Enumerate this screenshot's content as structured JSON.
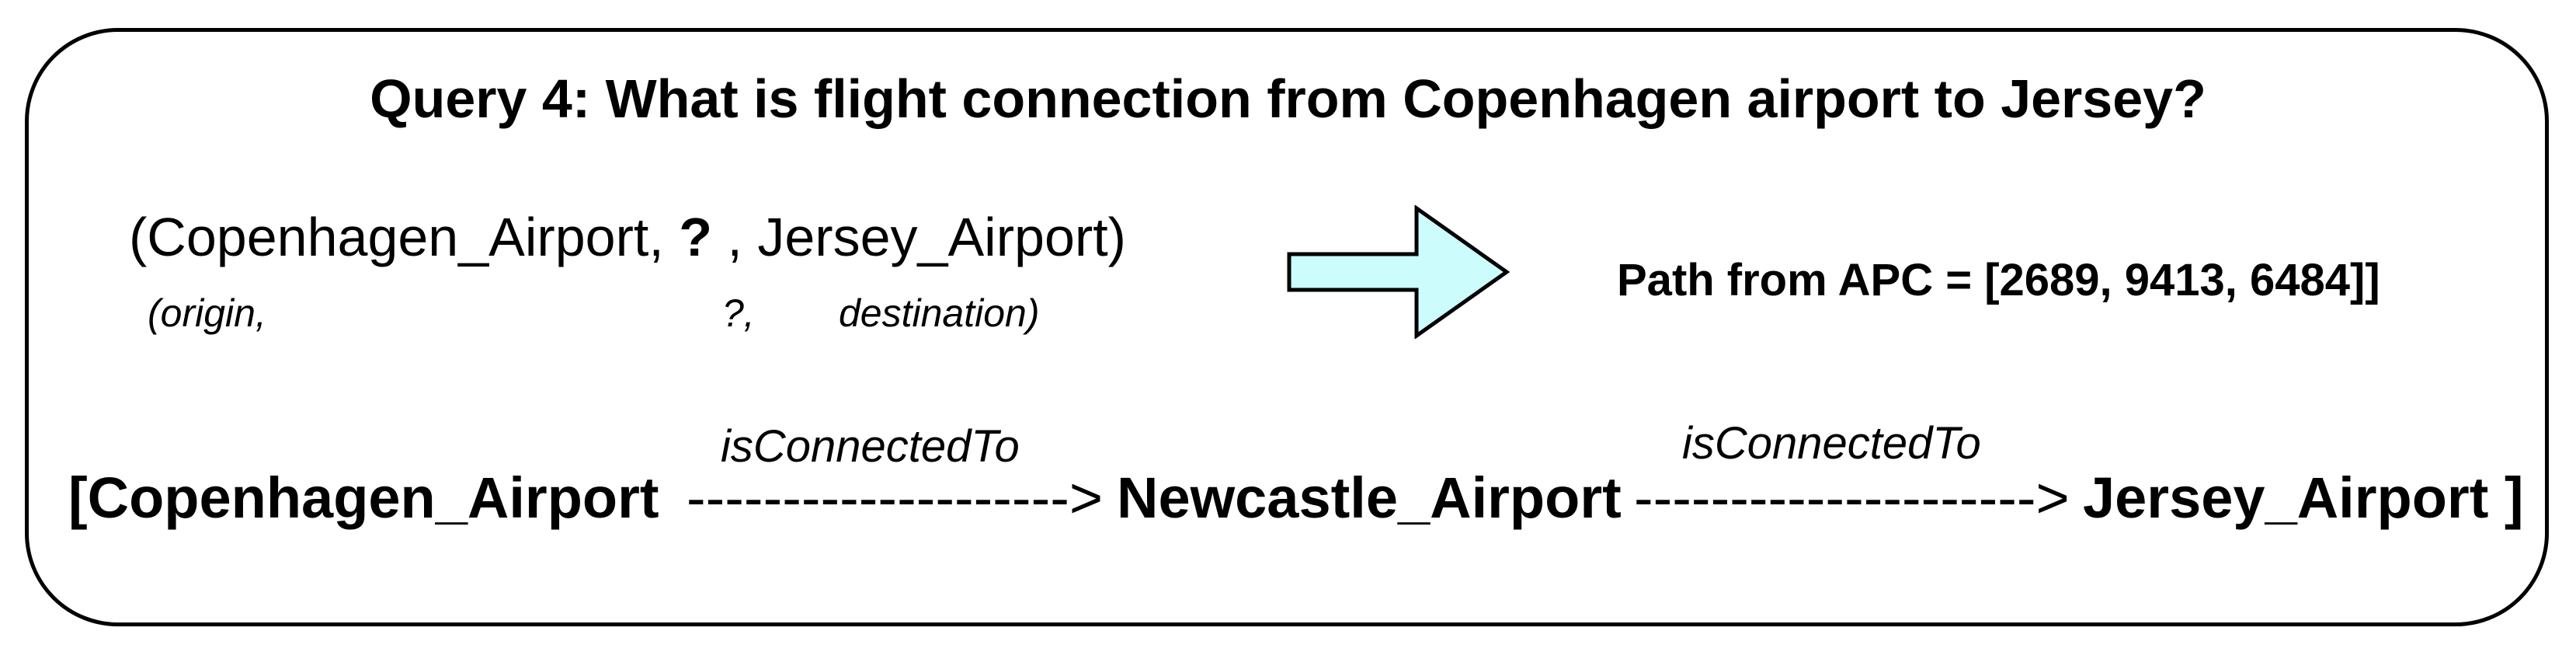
{
  "title": "Query 4: What is flight connection from Copenhagen airport to Jersey?",
  "query_triple": {
    "open": "(Copenhagen_Airport,",
    "unknown": "?",
    "close": ", Jersey_Airport)"
  },
  "roles": {
    "origin": "(origin,",
    "unknown": "?,",
    "destination": "destination)"
  },
  "arrow_icon": "right-arrow-icon",
  "arrow_fill": "#ccfcfc",
  "result": "Path from APC = [2689, 9413, 6484]]",
  "path": {
    "open_node": "[Copenhagen_Airport",
    "edge1_label": "isConnectedTo",
    "edge1_arrow": "-------------------->",
    "middle_node": "Newcastle_Airport",
    "edge2_label": "isConnectedTo",
    "edge2_arrow": "--------------------->",
    "close_node": "Jersey_Airport ]"
  }
}
